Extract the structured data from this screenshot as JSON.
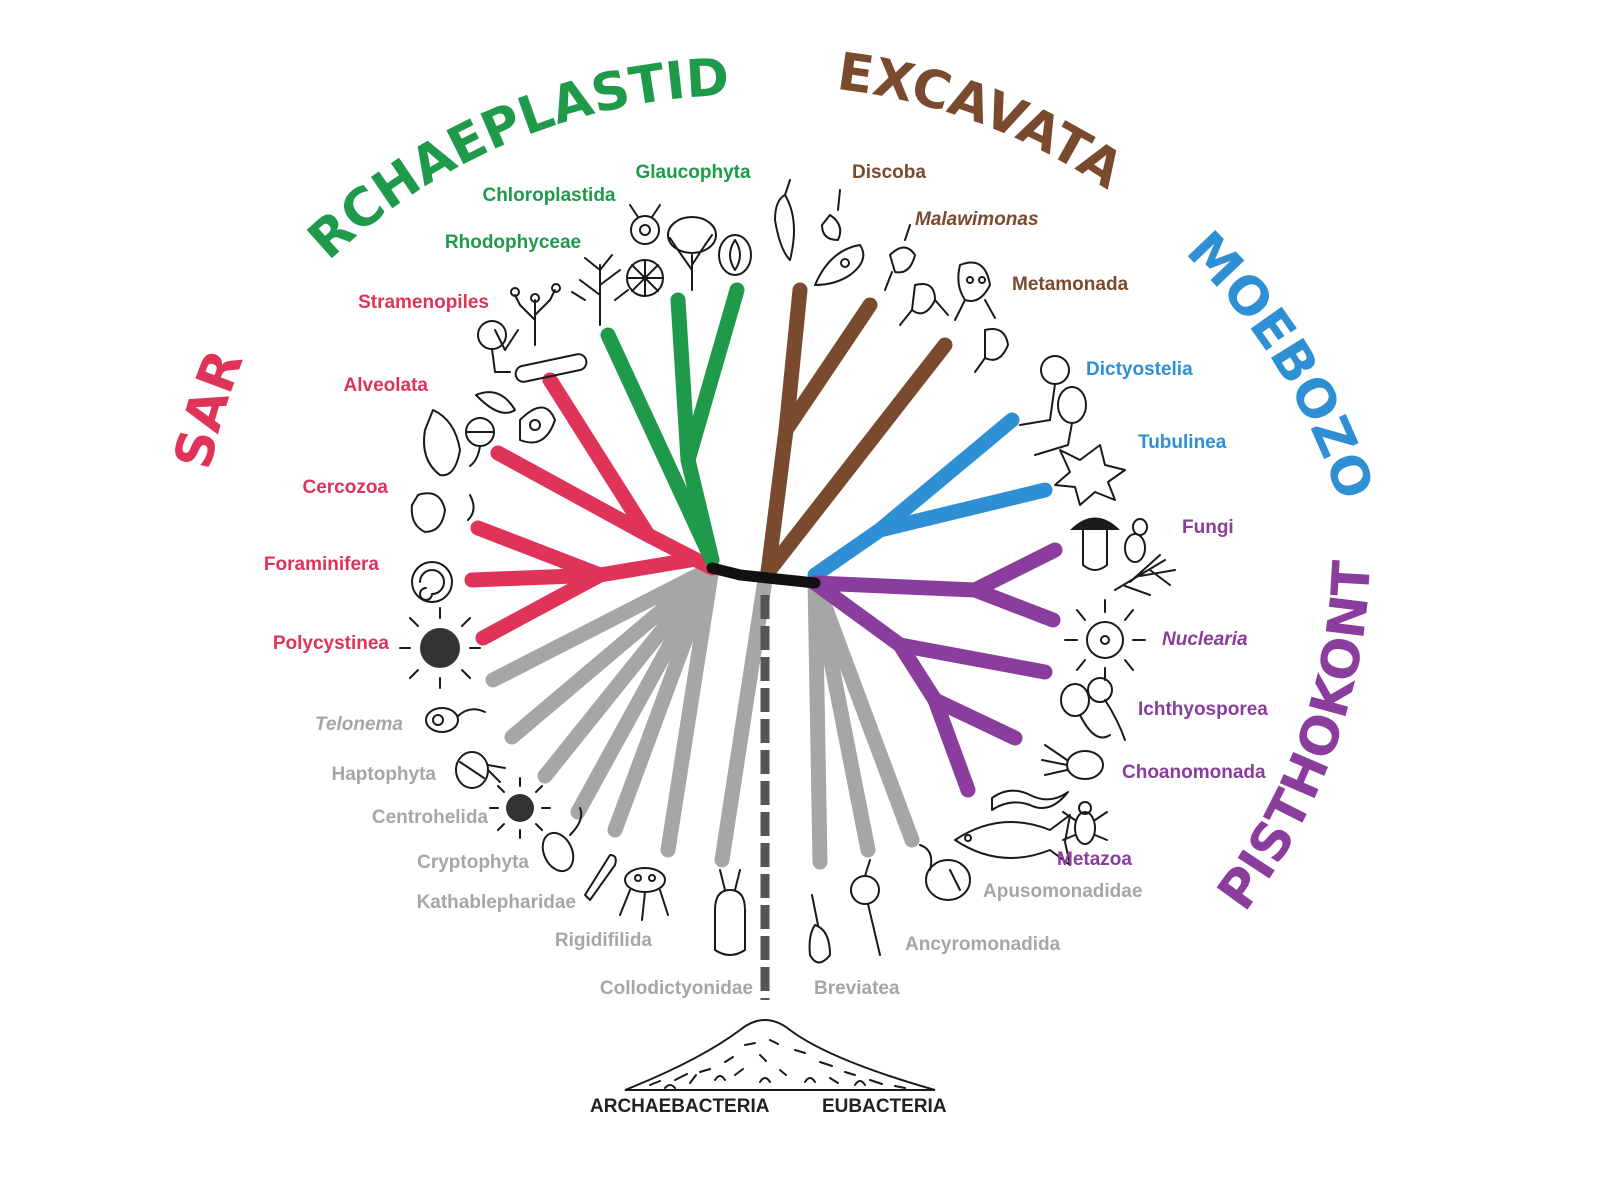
{
  "supergroups": {
    "archaeplastida": {
      "label": "ARCHAEPLASTIDA",
      "color": "#1f9a4a"
    },
    "excavata": {
      "label": "EXCAVATA",
      "color": "#7a4a2e"
    },
    "amoebozoa": {
      "label": "AMOEBOZOA",
      "color": "#2f8fd4"
    },
    "sar": {
      "label": "SAR",
      "color": "#e0335a"
    },
    "opisthokonta": {
      "label": "OPISTHOKONTA",
      "color": "#8a3d9c"
    }
  },
  "groups": {
    "glaucophyta": "Glaucophyta",
    "chloroplastida": "Chloroplastida",
    "rhodophyceae": "Rhodophyceae",
    "discoba": "Discoba",
    "malawimonas": "Malawimonas",
    "metamonada": "Metamonada",
    "dictyostelia": "Dictyostelia",
    "tubulinea": "Tubulinea",
    "stramenopiles": "Stramenopiles",
    "alveolata": "Alveolata",
    "cercozoa": "Cercozoa",
    "foraminifera": "Foraminifera",
    "polycystinea": "Polycystinea",
    "fungi": "Fungi",
    "nuclearia": "Nuclearia",
    "ichthyosporea": "Ichthyosporea",
    "choanomonada": "Choanomonada",
    "metazoa": "Metazoa",
    "telonema": "Telonema",
    "haptophyta": "Haptophyta",
    "centrohelida": "Centrohelida",
    "cryptophyta": "Cryptophyta",
    "kathablepharidae": "Kathablepharidae",
    "rigidifilida": "Rigidifilida",
    "collodictyonidae": "Collodictyonidae",
    "breviatea": "Breviatea",
    "ancyromonadida": "Ancyromonadida",
    "apusomonadidae": "Apusomonadidae"
  },
  "base": {
    "archaebacteria": "ARCHAEBACTERIA",
    "eubacteria": "EUBACTERIA"
  },
  "colors": {
    "incertae_sedis": "#a6a6a6",
    "backbone": "#111111",
    "base_text": "#222222"
  }
}
